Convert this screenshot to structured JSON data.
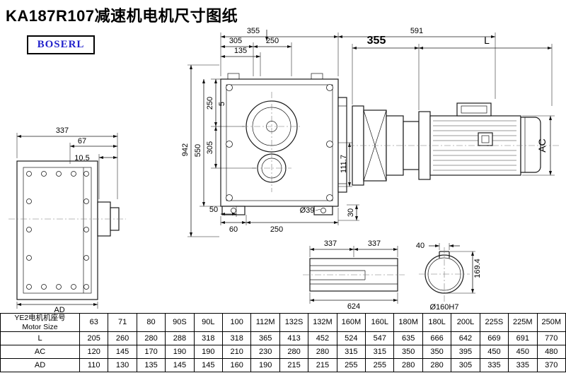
{
  "page": {
    "title": "KA187R107减速机电机尺寸图纸",
    "brand": "BOSERL",
    "brand_color": "#2222cc"
  },
  "dims": {
    "side_view": {
      "w337": "337",
      "d67": "67",
      "d10_5": "10.5",
      "dAD": "AD"
    },
    "front_view": {
      "d355": "355",
      "d591": "591",
      "d305_top": "305",
      "d250_top": "250",
      "d135": "135",
      "d250_left": "250",
      "d5": "5",
      "d305_left": "305",
      "d550": "550",
      "d942": "942",
      "d111_7": "111.7",
      "d50": "50",
      "d60": "60",
      "d250_bottom": "250",
      "d39": "Ø39",
      "d30": "30"
    },
    "motor_view": {
      "d355": "355",
      "dL": "L",
      "dAC": "AC"
    },
    "shaft_view": {
      "d337a": "337",
      "d337b": "337",
      "d624": "624"
    },
    "bore_view": {
      "d40": "40",
      "d169_4": "169.4",
      "d160": "Ø160H7"
    }
  },
  "table": {
    "header_cn": "YE2电机机座号",
    "header_en": "Motor Size",
    "sizes": [
      "63",
      "71",
      "80",
      "90S",
      "90L",
      "100",
      "112M",
      "132S",
      "132M",
      "160M",
      "160L",
      "180M",
      "180L",
      "200L",
      "225S",
      "225M",
      "250M"
    ],
    "rows": [
      {
        "label": "L",
        "values": [
          "205",
          "260",
          "280",
          "288",
          "318",
          "318",
          "365",
          "413",
          "452",
          "524",
          "547",
          "635",
          "666",
          "642",
          "669",
          "691",
          "770"
        ]
      },
      {
        "label": "AC",
        "values": [
          "120",
          "145",
          "170",
          "190",
          "190",
          "210",
          "230",
          "280",
          "280",
          "315",
          "315",
          "350",
          "350",
          "395",
          "450",
          "450",
          "480"
        ]
      },
      {
        "label": "AD",
        "values": [
          "110",
          "130",
          "135",
          "145",
          "145",
          "160",
          "190",
          "215",
          "215",
          "255",
          "255",
          "280",
          "280",
          "305",
          "335",
          "335",
          "370"
        ]
      }
    ]
  }
}
